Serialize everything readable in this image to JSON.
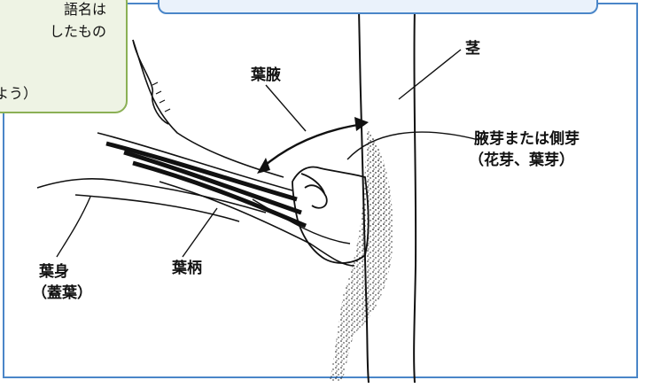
{
  "callout": {
    "line1": "語名は",
    "line2": "したもの",
    "line3": "よう）"
  },
  "labels": {
    "stem": "茎",
    "leaf_axil": "葉腋",
    "axillary_bud_line1": "腋芽または側芽",
    "axillary_bud_line2": "（花芽、葉芽）",
    "petiole": "葉柄",
    "leaf_blade_line1": "葉身",
    "leaf_blade_line2": "（蓋葉）"
  },
  "colors": {
    "frame": "#4a86c8",
    "callout_fill": "#eef3e4",
    "callout_border": "#8bb055",
    "banner_fill": "#eaf2fb",
    "ink": "#111111"
  }
}
